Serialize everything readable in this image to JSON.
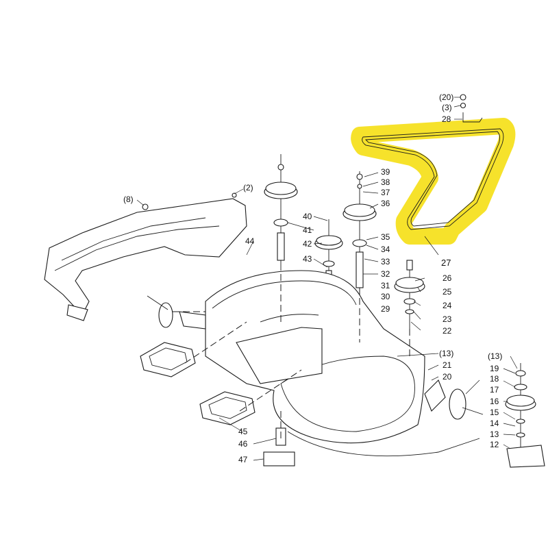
{
  "highlight_color": "#F6E22B",
  "callouts": [
    {
      "id": "c-20",
      "text": "(20)"
    },
    {
      "id": "c-3a",
      "text": "(3)"
    },
    {
      "id": "c-28",
      "text": "28"
    },
    {
      "id": "c-27",
      "text": "27"
    },
    {
      "id": "c-39",
      "text": "39"
    },
    {
      "id": "c-38",
      "text": "38"
    },
    {
      "id": "c-37",
      "text": "37"
    },
    {
      "id": "c-36",
      "text": "36"
    },
    {
      "id": "c-35",
      "text": "35"
    },
    {
      "id": "c-34",
      "text": "34"
    },
    {
      "id": "c-33",
      "text": "33"
    },
    {
      "id": "c-32",
      "text": "32"
    },
    {
      "id": "c-31",
      "text": "31"
    },
    {
      "id": "c-30",
      "text": "30"
    },
    {
      "id": "c-29",
      "text": "29"
    },
    {
      "id": "c-26",
      "text": "26"
    },
    {
      "id": "c-25",
      "text": "25"
    },
    {
      "id": "c-24",
      "text": "24"
    },
    {
      "id": "c-23",
      "text": "23"
    },
    {
      "id": "c-22",
      "text": "22"
    },
    {
      "id": "c-13a",
      "text": "(13)"
    },
    {
      "id": "c-21",
      "text": "21"
    },
    {
      "id": "c-20b",
      "text": "20"
    },
    {
      "id": "c-13b",
      "text": "(13)"
    },
    {
      "id": "c-19",
      "text": "19"
    },
    {
      "id": "c-17",
      "text": "17"
    },
    {
      "id": "c-18",
      "text": "18"
    },
    {
      "id": "c-16",
      "text": "16"
    },
    {
      "id": "c-15",
      "text": "15"
    },
    {
      "id": "c-14",
      "text": "14"
    },
    {
      "id": "c-13c",
      "text": "13"
    },
    {
      "id": "c-12",
      "text": "12"
    },
    {
      "id": "c-2",
      "text": "(2)"
    },
    {
      "id": "c-8",
      "text": "(8)"
    },
    {
      "id": "c-40",
      "text": "40"
    },
    {
      "id": "c-41",
      "text": "41"
    },
    {
      "id": "c-42",
      "text": "42"
    },
    {
      "id": "c-43",
      "text": "43"
    },
    {
      "id": "c-44",
      "text": "44"
    },
    {
      "id": "c-45",
      "text": "45"
    },
    {
      "id": "c-46",
      "text": "46"
    },
    {
      "id": "c-47",
      "text": "47"
    }
  ]
}
